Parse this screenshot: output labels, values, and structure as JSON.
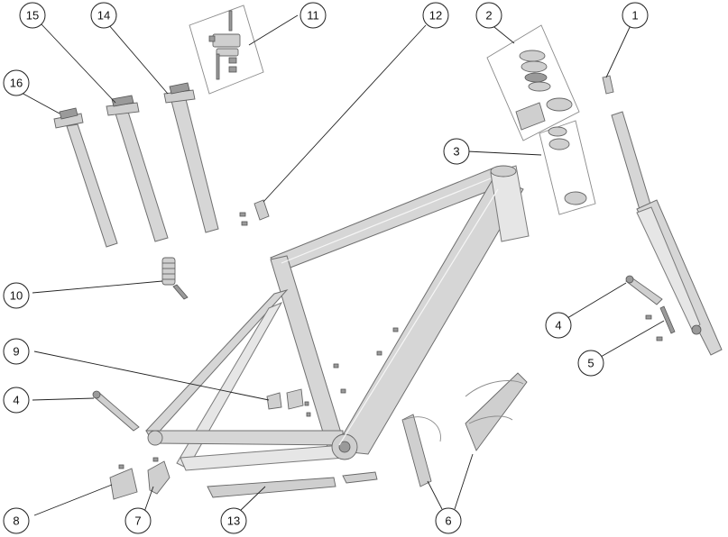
{
  "callouts": [
    {
      "label": "1"
    },
    {
      "label": "2"
    },
    {
      "label": "3"
    },
    {
      "label": "4"
    },
    {
      "label": "4"
    },
    {
      "label": "5"
    },
    {
      "label": "6"
    },
    {
      "label": "7"
    },
    {
      "label": "8"
    },
    {
      "label": "9"
    },
    {
      "label": "10"
    },
    {
      "label": "11"
    },
    {
      "label": "12"
    },
    {
      "label": "13"
    },
    {
      "label": "14"
    },
    {
      "label": "15"
    },
    {
      "label": "16"
    }
  ]
}
